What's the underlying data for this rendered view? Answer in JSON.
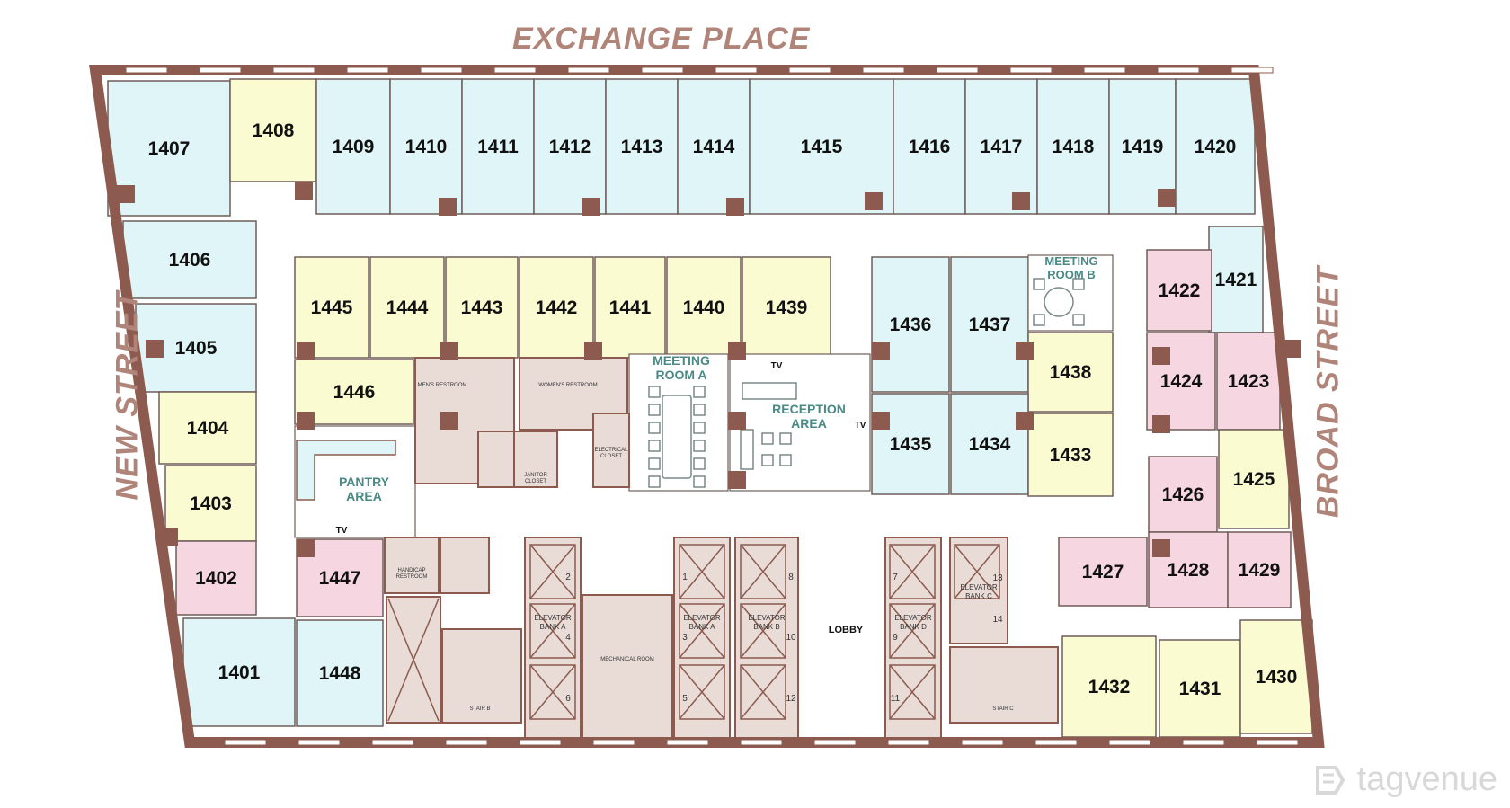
{
  "streets": {
    "top": "EXCHANGE PLACE",
    "left": "NEW STREET",
    "right": "BROAD STREET"
  },
  "watermark": "tagvenue",
  "colors": {
    "blue": "#dff5f7",
    "yellow": "#fbfbd2",
    "pink": "#f6d6e0",
    "service": "#e9dcd7",
    "wall": "#8c5a4e"
  },
  "rooms": [
    {
      "id": "1407",
      "label": "1407",
      "color": "blue"
    },
    {
      "id": "1408",
      "label": "1408",
      "color": "yellow"
    },
    {
      "id": "1409",
      "label": "1409",
      "color": "blue"
    },
    {
      "id": "1410",
      "label": "1410",
      "color": "blue"
    },
    {
      "id": "1411",
      "label": "1411",
      "color": "blue"
    },
    {
      "id": "1412",
      "label": "1412",
      "color": "blue"
    },
    {
      "id": "1413",
      "label": "1413",
      "color": "blue"
    },
    {
      "id": "1414",
      "label": "1414",
      "color": "blue"
    },
    {
      "id": "1415",
      "label": "1415",
      "color": "blue"
    },
    {
      "id": "1416",
      "label": "1416",
      "color": "blue"
    },
    {
      "id": "1417",
      "label": "1417",
      "color": "blue"
    },
    {
      "id": "1418",
      "label": "1418",
      "color": "blue"
    },
    {
      "id": "1419",
      "label": "1419",
      "color": "blue"
    },
    {
      "id": "1420",
      "label": "1420",
      "color": "blue"
    },
    {
      "id": "1406",
      "label": "1406",
      "color": "blue"
    },
    {
      "id": "1405",
      "label": "1405",
      "color": "blue"
    },
    {
      "id": "1404",
      "label": "1404",
      "color": "yellow"
    },
    {
      "id": "1403",
      "label": "1403",
      "color": "yellow"
    },
    {
      "id": "1402",
      "label": "1402",
      "color": "pink"
    },
    {
      "id": "1401",
      "label": "1401",
      "color": "blue"
    },
    {
      "id": "1445",
      "label": "1445",
      "color": "yellow"
    },
    {
      "id": "1444",
      "label": "1444",
      "color": "yellow"
    },
    {
      "id": "1443",
      "label": "1443",
      "color": "yellow"
    },
    {
      "id": "1442",
      "label": "1442",
      "color": "yellow"
    },
    {
      "id": "1441",
      "label": "1441",
      "color": "yellow"
    },
    {
      "id": "1440",
      "label": "1440",
      "color": "yellow"
    },
    {
      "id": "1439",
      "label": "1439",
      "color": "yellow"
    },
    {
      "id": "1446",
      "label": "1446",
      "color": "yellow"
    },
    {
      "id": "1447",
      "label": "1447",
      "color": "pink"
    },
    {
      "id": "1448",
      "label": "1448",
      "color": "blue"
    },
    {
      "id": "1436",
      "label": "1436",
      "color": "blue"
    },
    {
      "id": "1437",
      "label": "1437",
      "color": "blue"
    },
    {
      "id": "1438",
      "label": "1438",
      "color": "yellow"
    },
    {
      "id": "1435",
      "label": "1435",
      "color": "blue"
    },
    {
      "id": "1434",
      "label": "1434",
      "color": "blue"
    },
    {
      "id": "1433",
      "label": "1433",
      "color": "yellow"
    },
    {
      "id": "1421",
      "label": "1421",
      "color": "blue"
    },
    {
      "id": "1422",
      "label": "1422",
      "color": "pink"
    },
    {
      "id": "1424",
      "label": "1424",
      "color": "pink"
    },
    {
      "id": "1423",
      "label": "1423",
      "color": "pink"
    },
    {
      "id": "1426",
      "label": "1426",
      "color": "pink"
    },
    {
      "id": "1425",
      "label": "1425",
      "color": "yellow"
    },
    {
      "id": "1427",
      "label": "1427",
      "color": "pink"
    },
    {
      "id": "1428",
      "label": "1428",
      "color": "pink"
    },
    {
      "id": "1429",
      "label": "1429",
      "color": "pink"
    },
    {
      "id": "1432",
      "label": "1432",
      "color": "yellow"
    },
    {
      "id": "1431",
      "label": "1431",
      "color": "yellow"
    },
    {
      "id": "1430",
      "label": "1430",
      "color": "yellow"
    }
  ],
  "areas": {
    "meeting_room_a": [
      "MEETING",
      "ROOM A"
    ],
    "meeting_room_b": [
      "MEETING",
      "ROOM B"
    ],
    "reception": [
      "RECEPTION",
      "AREA"
    ],
    "pantry": [
      "PANTRY",
      "AREA"
    ],
    "lobby": "LOBBY",
    "tv": "TV"
  },
  "service": {
    "mens_restroom": "MEN'S RESTROOM",
    "womens_restroom": "WOMEN'S RESTROOM",
    "janitor": [
      "JANITOR",
      "CLOSET"
    ],
    "electrical": [
      "ELECTRICAL",
      "CLOSET"
    ],
    "handicap": [
      "HANDICAP",
      "RESTROOM"
    ],
    "mechanical": "MECHANICAL ROOM",
    "stair_b": "STAIR B",
    "stair_c": "STAIR C",
    "bank_a": [
      "ELEVATOR",
      "BANK A"
    ],
    "bank_b": [
      "ELEVATOR",
      "BANK B"
    ],
    "bank_c": [
      "ELEVATOR",
      "BANK C"
    ],
    "bank_d": [
      "ELEVATOR",
      "BANK D"
    ]
  },
  "elevator_numbers": [
    "1",
    "2",
    "3",
    "4",
    "5",
    "6",
    "7",
    "8",
    "9",
    "10",
    "11",
    "12",
    "13",
    "14"
  ]
}
